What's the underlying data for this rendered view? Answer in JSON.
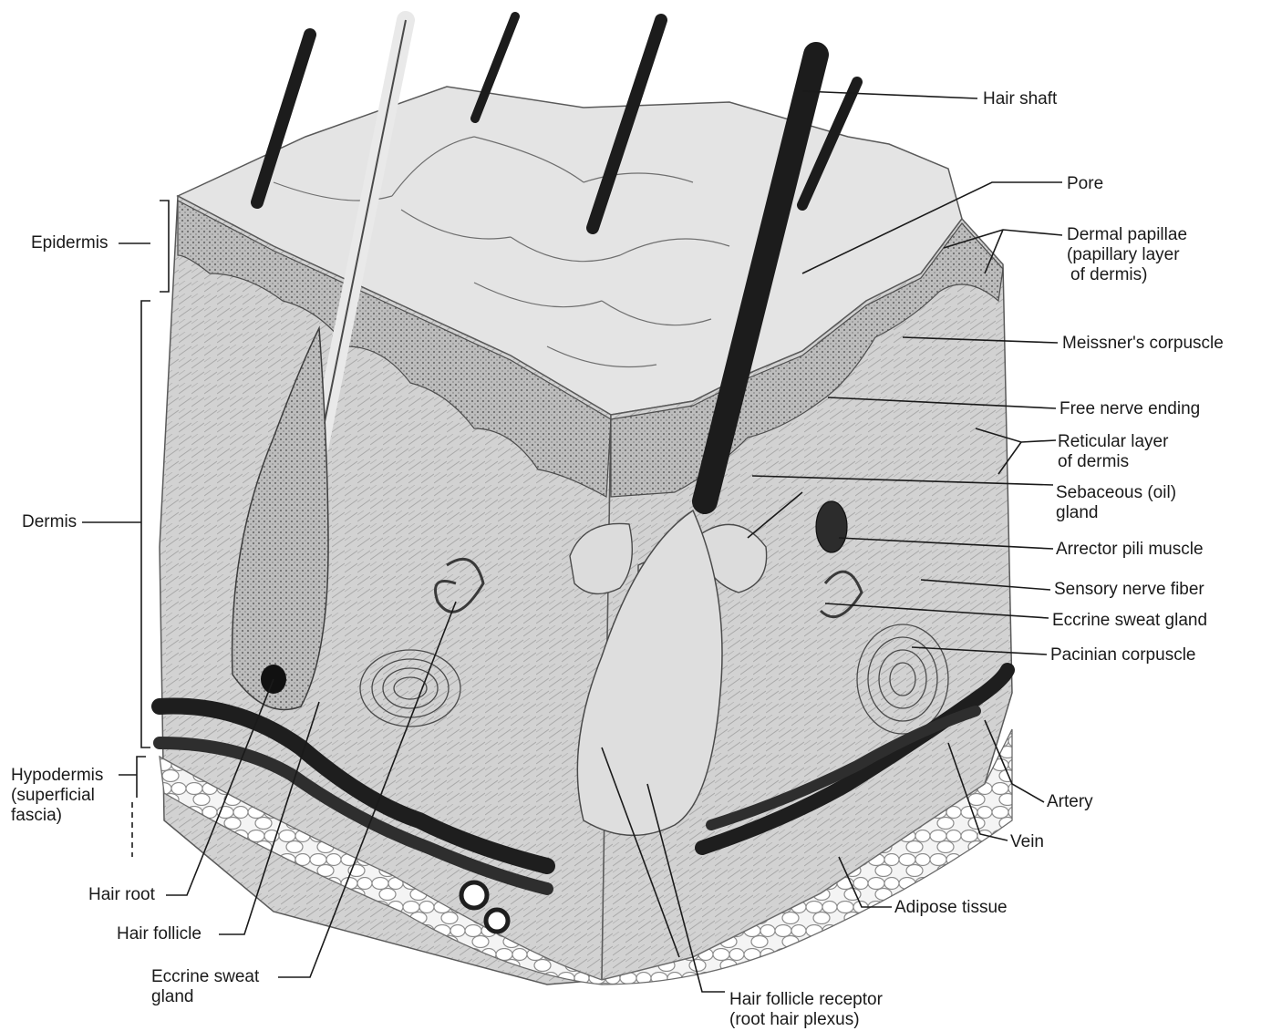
{
  "labels": {
    "hair_shaft": "Hair shaft",
    "pore": "Pore",
    "dermal_papillae": [
      "Dermal papillae",
      "(papillary layer",
      "of dermis)"
    ],
    "meissners_corpuscle": "Meissner's corpuscle",
    "free_nerve_ending": "Free nerve ending",
    "reticular_layer": [
      "Reticular layer",
      "of dermis"
    ],
    "sebaceous_gland": [
      "Sebaceous (oil)",
      "gland"
    ],
    "arrector_pili": "Arrector pili muscle",
    "sensory_nerve_fiber": "Sensory nerve fiber",
    "eccrine_sweat_gland_right": "Eccrine sweat gland",
    "pacinian_corpuscle": "Pacinian corpuscle",
    "artery": "Artery",
    "vein": "Vein",
    "adipose_tissue": "Adipose tissue",
    "epidermis": "Epidermis",
    "dermis": "Dermis",
    "hypodermis": [
      "Hypodermis",
      "(superficial",
      "fascia)"
    ],
    "hair_root": "Hair root",
    "hair_follicle": "Hair follicle",
    "eccrine_sweat_gland_left": [
      "Eccrine sweat",
      "gland"
    ],
    "hair_follicle_receptor": [
      "Hair follicle receptor",
      "(root hair plexus)"
    ]
  }
}
